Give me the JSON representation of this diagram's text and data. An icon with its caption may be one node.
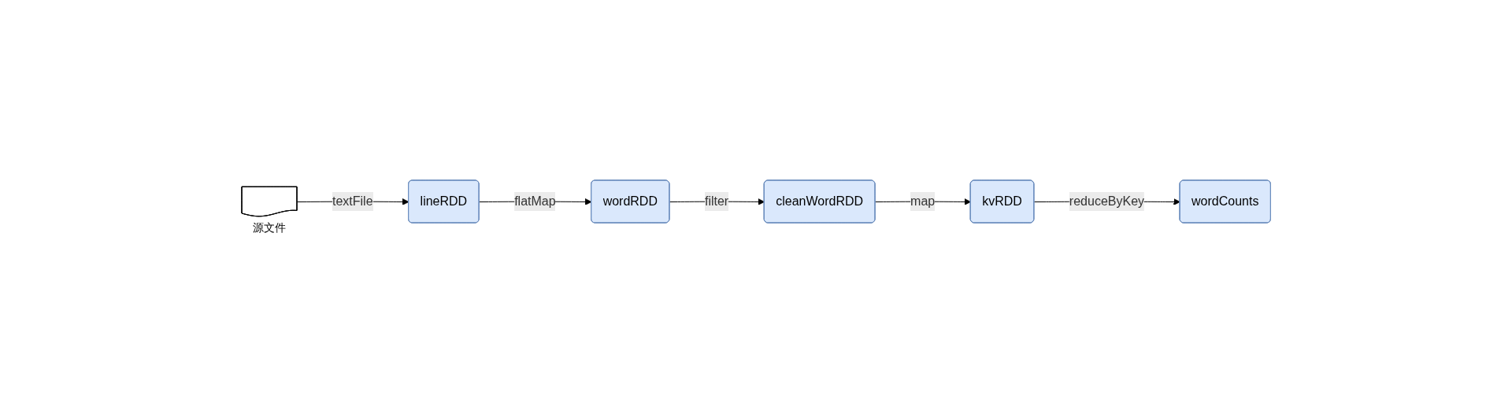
{
  "diagram": {
    "nodes": [
      {
        "text": [],
        "shape": "document",
        "beside": [
          "源文件"
        ]
      },
      {
        "text": [
          "lineRDD"
        ]
      },
      {
        "text": [
          "wordRDD"
        ]
      },
      {
        "text": [
          "cleanWordRDD"
        ]
      },
      {
        "text": [
          "kvRDD"
        ]
      },
      {
        "text": [
          "wordCounts"
        ]
      }
    ],
    "edges": [
      {
        "from": 0,
        "to": 1,
        "arrow": "to",
        "label": "textFile"
      },
      {
        "from": 1,
        "to": 2,
        "arrow": "to",
        "label": "flatMap"
      },
      {
        "from": 2,
        "to": 3,
        "arrow": "to",
        "label": "filter"
      },
      {
        "from": 3,
        "to": 4,
        "arrow": "to",
        "label": "map"
      },
      {
        "from": 4,
        "to": 5,
        "arrow": "to",
        "label": "reduceByKey"
      }
    ]
  }
}
